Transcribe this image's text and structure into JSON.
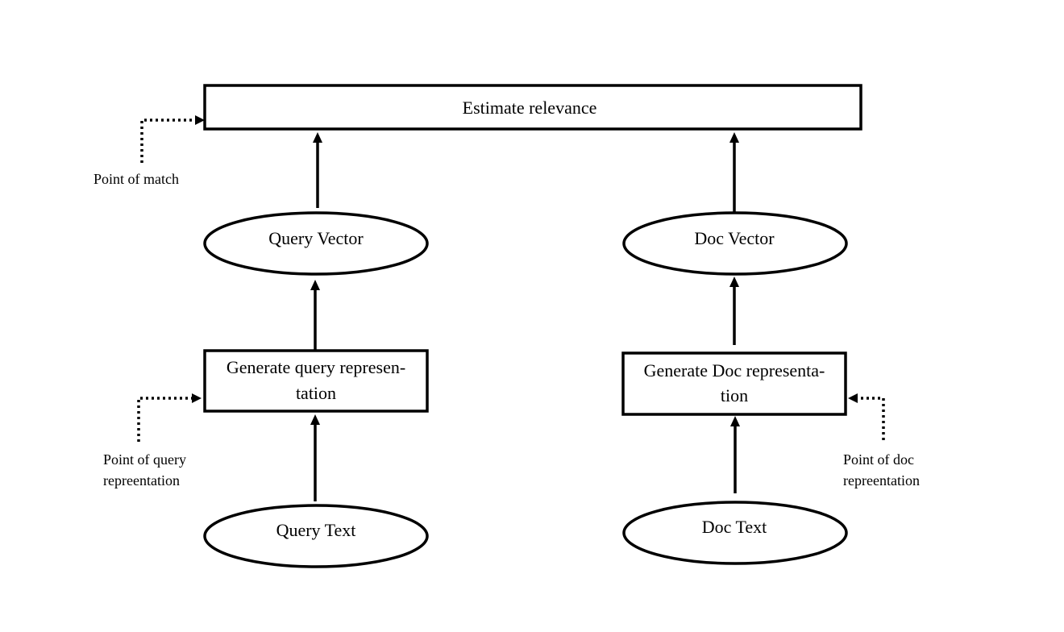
{
  "nodes": {
    "estimate_relevance": "Estimate relevance",
    "query_vector": "Query Vector",
    "doc_vector": "Doc Vector",
    "generate_query_line1": "Generate query represen-",
    "generate_query_line2": "tation",
    "generate_doc_line1": "Generate Doc representa-",
    "generate_doc_line2": "tion",
    "query_text": "Query Text",
    "doc_text": "Doc Text"
  },
  "annotations": {
    "point_of_match": "Point of match",
    "point_of_query_line1": "Point of query",
    "point_of_query_line2": "repreentation",
    "point_of_doc_line1": "Point of doc",
    "point_of_doc_line2": "repreentation"
  },
  "colors": {
    "stroke": "#000000",
    "background": "#ffffff"
  }
}
